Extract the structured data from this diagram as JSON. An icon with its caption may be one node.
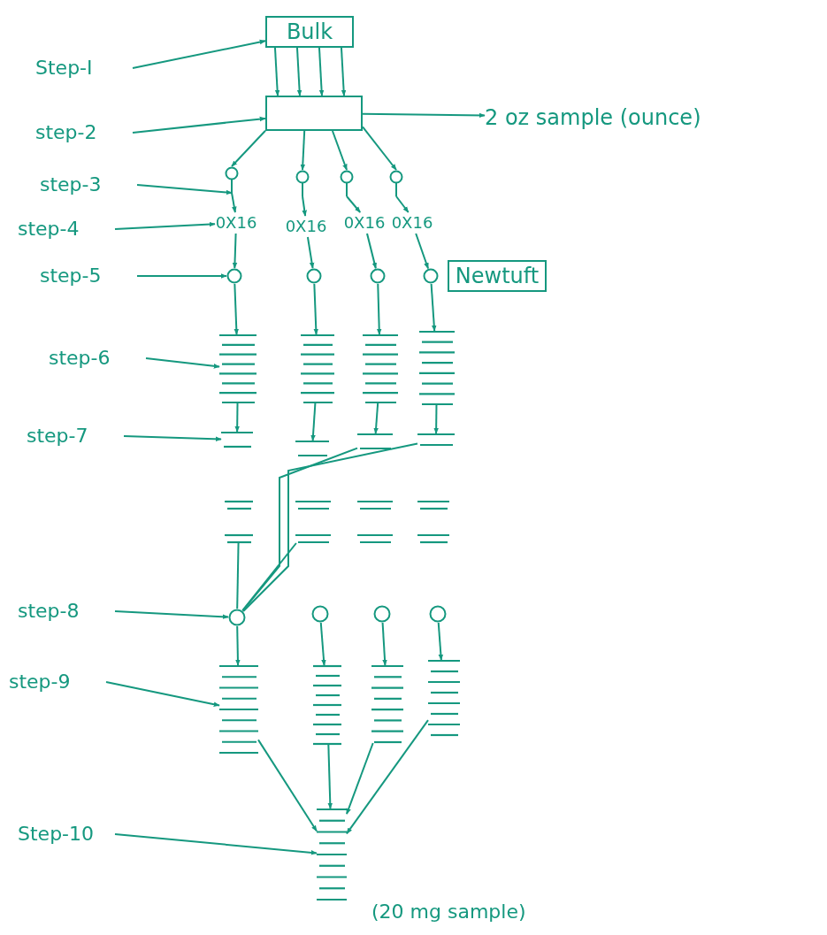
{
  "diagram": {
    "nodes": [
      {
        "text": [
          "Bulk"
        ]
      },
      {
        "text": [],
        "shape": "box"
      },
      {
        "text": [
          "2 oz sample (ounce)"
        ]
      },
      {
        "text": [
          "Step-I"
        ]
      },
      {
        "text": [
          "step-2"
        ]
      },
      {
        "text": [
          "step-3"
        ]
      },
      {
        "text": [
          "step-4"
        ]
      },
      {
        "text": [
          "step-5"
        ]
      },
      {
        "text": [
          "step-6"
        ]
      },
      {
        "text": [
          "step-7"
        ]
      },
      {
        "text": [
          "step-8"
        ]
      },
      {
        "text": [
          "step-9"
        ]
      },
      {
        "text": [
          "Step-10"
        ]
      },
      {
        "text": [],
        "shape": "circle"
      },
      {
        "text": [],
        "shape": "circle"
      },
      {
        "text": [],
        "shape": "circle"
      },
      {
        "text": [],
        "shape": "circle"
      },
      {
        "text": [
          "0X16"
        ]
      },
      {
        "text": [
          "0X16"
        ]
      },
      {
        "text": [
          "0X16"
        ]
      },
      {
        "text": [
          "0X16"
        ]
      },
      {
        "text": [],
        "shape": "circle"
      },
      {
        "text": [],
        "shape": "circle"
      },
      {
        "text": [],
        "shape": "circle"
      },
      {
        "text": [],
        "shape": "circle"
      },
      {
        "text": [
          "Newtuft"
        ]
      },
      {
        "text": [],
        "shape": "bar"
      },
      {
        "text": [],
        "shape": "bar"
      },
      {
        "text": [],
        "shape": "bar"
      },
      {
        "text": [],
        "shape": "bar"
      },
      {
        "text": [],
        "shape": "bar"
      },
      {
        "text": [],
        "shape": "bar"
      },
      {
        "text": [],
        "shape": "bar"
      },
      {
        "text": [],
        "shape": "bar"
      },
      {
        "text": [],
        "shape": "bar"
      },
      {
        "text": [],
        "shape": "bar"
      },
      {
        "text": [],
        "shape": "bar"
      },
      {
        "text": [],
        "shape": "bar"
      },
      {
        "text": [],
        "shape": "circle"
      },
      {
        "text": [],
        "shape": "circle"
      },
      {
        "text": [],
        "shape": "circle"
      },
      {
        "text": [],
        "shape": "circle"
      },
      {
        "text": [],
        "shape": "bar"
      },
      {
        "text": [],
        "shape": "bar"
      },
      {
        "text": [],
        "shape": "bar"
      },
      {
        "text": [],
        "shape": "bar"
      },
      {
        "text": [],
        "shape": "bar",
        "beside": [
          "(20 mg sample)"
        ]
      }
    ],
    "edges": [
      {
        "from": 0,
        "to": 1,
        "arrow": "to"
      },
      {
        "from": 0,
        "to": 1,
        "arrow": "to"
      },
      {
        "from": 0,
        "to": 1,
        "arrow": "to"
      },
      {
        "from": 0,
        "to": 1,
        "arrow": "to"
      },
      {
        "from": 1,
        "to": 2,
        "arrow": "to"
      },
      {
        "from": 1,
        "to": 13,
        "arrow": "to"
      },
      {
        "from": 1,
        "to": 14,
        "arrow": "to"
      },
      {
        "from": 1,
        "to": 15,
        "arrow": "to"
      },
      {
        "from": 1,
        "to": 16,
        "arrow": "to"
      },
      {
        "from": 13,
        "to": 17,
        "arrow": "to"
      },
      {
        "from": 14,
        "to": 18,
        "arrow": "to"
      },
      {
        "from": 15,
        "to": 19,
        "arrow": "to"
      },
      {
        "from": 16,
        "to": 20,
        "arrow": "to"
      },
      {
        "from": 17,
        "to": 21,
        "arrow": "to"
      },
      {
        "from": 18,
        "to": 22,
        "arrow": "to"
      },
      {
        "from": 19,
        "to": 23,
        "arrow": "to"
      },
      {
        "from": 20,
        "to": 24,
        "arrow": "to"
      },
      {
        "from": 21,
        "to": 26,
        "arrow": "to"
      },
      {
        "from": 22,
        "to": 27,
        "arrow": "to"
      },
      {
        "from": 23,
        "to": 28,
        "arrow": "to"
      },
      {
        "from": 24,
        "to": 29,
        "arrow": "to"
      },
      {
        "from": 26,
        "to": 30,
        "arrow": "to"
      },
      {
        "from": 27,
        "to": 31,
        "arrow": "to"
      },
      {
        "from": 28,
        "to": 32,
        "arrow": "to"
      },
      {
        "from": 29,
        "to": 33,
        "arrow": "to"
      },
      {
        "from": 34,
        "to": 38,
        "arrow": "none"
      },
      {
        "from": 35,
        "to": 38,
        "arrow": "none"
      },
      {
        "from": 32,
        "to": 38,
        "arrow": "none"
      },
      {
        "from": 33,
        "to": 38,
        "arrow": "none"
      },
      {
        "from": 38,
        "to": 42,
        "arrow": "to"
      },
      {
        "from": 39,
        "to": 43,
        "arrow": "to"
      },
      {
        "from": 40,
        "to": 44,
        "arrow": "to"
      },
      {
        "from": 41,
        "to": 45,
        "arrow": "to"
      },
      {
        "from": 42,
        "to": 46,
        "arrow": "to"
      },
      {
        "from": 43,
        "to": 46,
        "arrow": "to"
      },
      {
        "from": 44,
        "to": 46,
        "arrow": "to"
      },
      {
        "from": 45,
        "to": 46,
        "arrow": "to"
      },
      {
        "from": 3,
        "to": 0,
        "arrow": "to"
      },
      {
        "from": 4,
        "to": 1,
        "arrow": "to"
      },
      {
        "from": 5,
        "to": 13,
        "arrow": "to"
      },
      {
        "from": 6,
        "to": 17,
        "arrow": "to"
      },
      {
        "from": 7,
        "to": 21,
        "arrow": "to"
      },
      {
        "from": 8,
        "to": 26,
        "arrow": "to"
      },
      {
        "from": 9,
        "to": 30,
        "arrow": "to"
      },
      {
        "from": 10,
        "to": 38,
        "arrow": "to"
      },
      {
        "from": 11,
        "to": 42,
        "arrow": "to"
      },
      {
        "from": 12,
        "to": 46,
        "arrow": "to"
      }
    ]
  }
}
